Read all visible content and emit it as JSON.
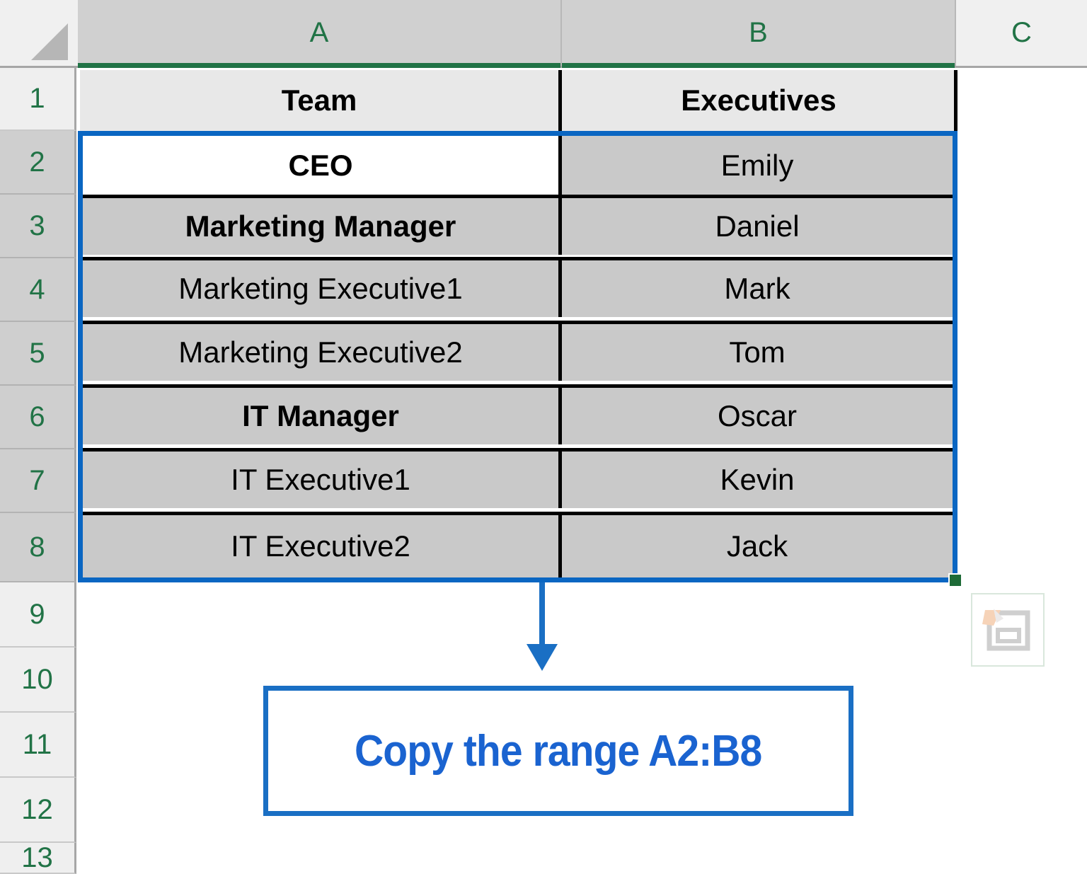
{
  "spreadsheet": {
    "columns": [
      {
        "id": "A",
        "label": "A",
        "selected": true
      },
      {
        "id": "B",
        "label": "B",
        "selected": true
      },
      {
        "id": "C",
        "label": "C",
        "selected": false
      }
    ],
    "rows": [
      {
        "num": "1",
        "selected": false
      },
      {
        "num": "2",
        "selected": true
      },
      {
        "num": "3",
        "selected": true
      },
      {
        "num": "4",
        "selected": true
      },
      {
        "num": "5",
        "selected": true
      },
      {
        "num": "6",
        "selected": true
      },
      {
        "num": "7",
        "selected": true
      },
      {
        "num": "8",
        "selected": true
      },
      {
        "num": "9",
        "selected": false
      },
      {
        "num": "10",
        "selected": false
      },
      {
        "num": "11",
        "selected": false
      },
      {
        "num": "12",
        "selected": false
      },
      {
        "num": "13",
        "selected": false
      }
    ],
    "table": {
      "headers": {
        "a": "Team",
        "b": "Executives"
      },
      "rows": [
        {
          "row": "2",
          "team": "CEO",
          "executive": "Emily",
          "bold": true,
          "active": true
        },
        {
          "row": "3",
          "team": "Marketing Manager",
          "executive": "Daniel",
          "bold": true,
          "active": false
        },
        {
          "row": "4",
          "team": "Marketing Executive1",
          "executive": "Mark",
          "bold": false,
          "active": false
        },
        {
          "row": "5",
          "team": "Marketing Executive2",
          "executive": "Tom",
          "bold": false,
          "active": false
        },
        {
          "row": "6",
          "team": "IT Manager",
          "executive": "Oscar",
          "bold": true,
          "active": false
        },
        {
          "row": "7",
          "team": "IT Executive1",
          "executive": "Kevin",
          "bold": false,
          "active": false
        },
        {
          "row": "8",
          "team": "IT Executive2",
          "executive": "Jack",
          "bold": false,
          "active": false
        }
      ]
    },
    "selection": {
      "range": "A2:B8"
    }
  },
  "annotation": {
    "callout_text": "Copy the range A2:B8",
    "arrow_direction": "down"
  },
  "icons": {
    "select_all": "select-all-triangle-icon",
    "quick_analysis": "quick-analysis-icon",
    "fill_handle": "fill-handle"
  },
  "colors": {
    "selection_border": "#0a66c2",
    "header_accent_green": "#217346",
    "callout_blue": "#1a63d0",
    "fill_handle_green": "#1e6b37"
  }
}
